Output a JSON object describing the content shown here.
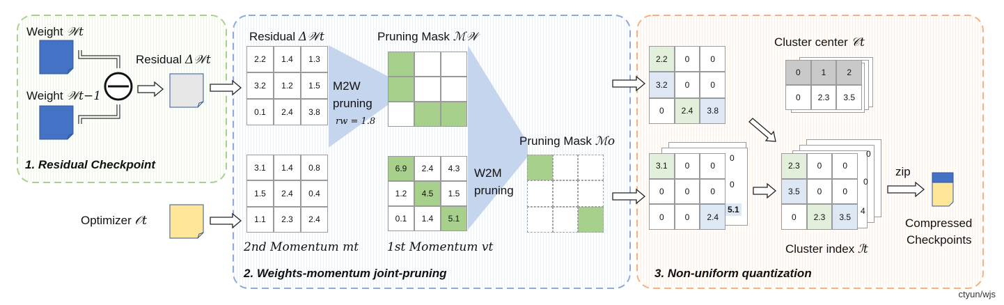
{
  "sections": {
    "residual": "1. Residual Checkpoint",
    "joint_pruning": "2. Weights-momentum joint-pruning",
    "quantization": "3. Non-uniform quantization"
  },
  "labels": {
    "weight_t_text": "Weight ",
    "weight_t_math": "𝒲t",
    "weight_prev_text": "Weight ",
    "weight_prev_math": "𝒲t−1",
    "residual_left_text": "Residual ",
    "residual_left_math": "Δ𝒲t",
    "residual_top_text": "Residual ",
    "residual_top_math": "Δ𝒲t",
    "mask_w_text": "Pruning Mask ",
    "mask_w_math": "ℳ𝒲",
    "mask_o_text": "Pruning Mask ",
    "mask_o_math": "ℳo",
    "optimizer_text": "Optimizer ",
    "optimizer_math": "𝒪t",
    "m2w": "M2W",
    "m2w_2": "pruning",
    "ratio": "rw = 1.8",
    "w2m": "W2M",
    "w2m_2": "pruning",
    "second_momentum": "2nd Momentum mt",
    "first_momentum": "1st Momentum vt",
    "cluster_center_text": "Cluster center ",
    "cluster_center_math": "𝒞t",
    "cluster_index_text": "Cluster index ",
    "cluster_index_math": "ℐt",
    "zip": "zip",
    "compressed_1": "Compressed",
    "compressed_2": "Checkpoints",
    "credit": "ctyun/wjs"
  },
  "grids": {
    "residual": [
      "2.2",
      "1.4",
      "1.3",
      "3.2",
      "1.2",
      "1.5",
      "0.1",
      "2.4",
      "3.8"
    ],
    "second_momentum": [
      "3.1",
      "1.4",
      "0.8",
      "1.5",
      "2.4",
      "0.4",
      "1.1",
      "2.3",
      "2.4"
    ],
    "first_momentum": [
      "6.9",
      "2.4",
      "4.3",
      "1.2",
      "4.5",
      "1.5",
      "0.1",
      "1.4",
      "5.1"
    ],
    "pruned_weight": [
      "2.2",
      "0",
      "0",
      "3.2",
      "0",
      "0",
      "0",
      "2.4",
      "3.8"
    ],
    "pruned_momentum": [
      "3.1",
      "0",
      "0",
      "0",
      "0",
      "0",
      "0",
      "0",
      "2.4"
    ],
    "pruned_momentum_back": [
      "0",
      "0",
      "5.1"
    ],
    "cluster_center": [
      "0",
      "1",
      "2",
      "0",
      "2.3",
      "3.5"
    ],
    "cluster_index": [
      "2.3",
      "0",
      "0",
      "3.5",
      "0",
      "0",
      "0",
      "2.3",
      "3.5"
    ],
    "cluster_index_back": [
      "0",
      "0",
      "4"
    ]
  },
  "colors": {
    "section1_border": "#a9d18e",
    "section2_border": "#8eaadb",
    "section3_border": "#f4b183",
    "doc_blue": "#4472c4",
    "doc_yellow": "#ffe699",
    "doc_grey": "#e7e6e6",
    "mask_green": "#a8d08d",
    "funnel_blue": "#c5d5ee"
  }
}
